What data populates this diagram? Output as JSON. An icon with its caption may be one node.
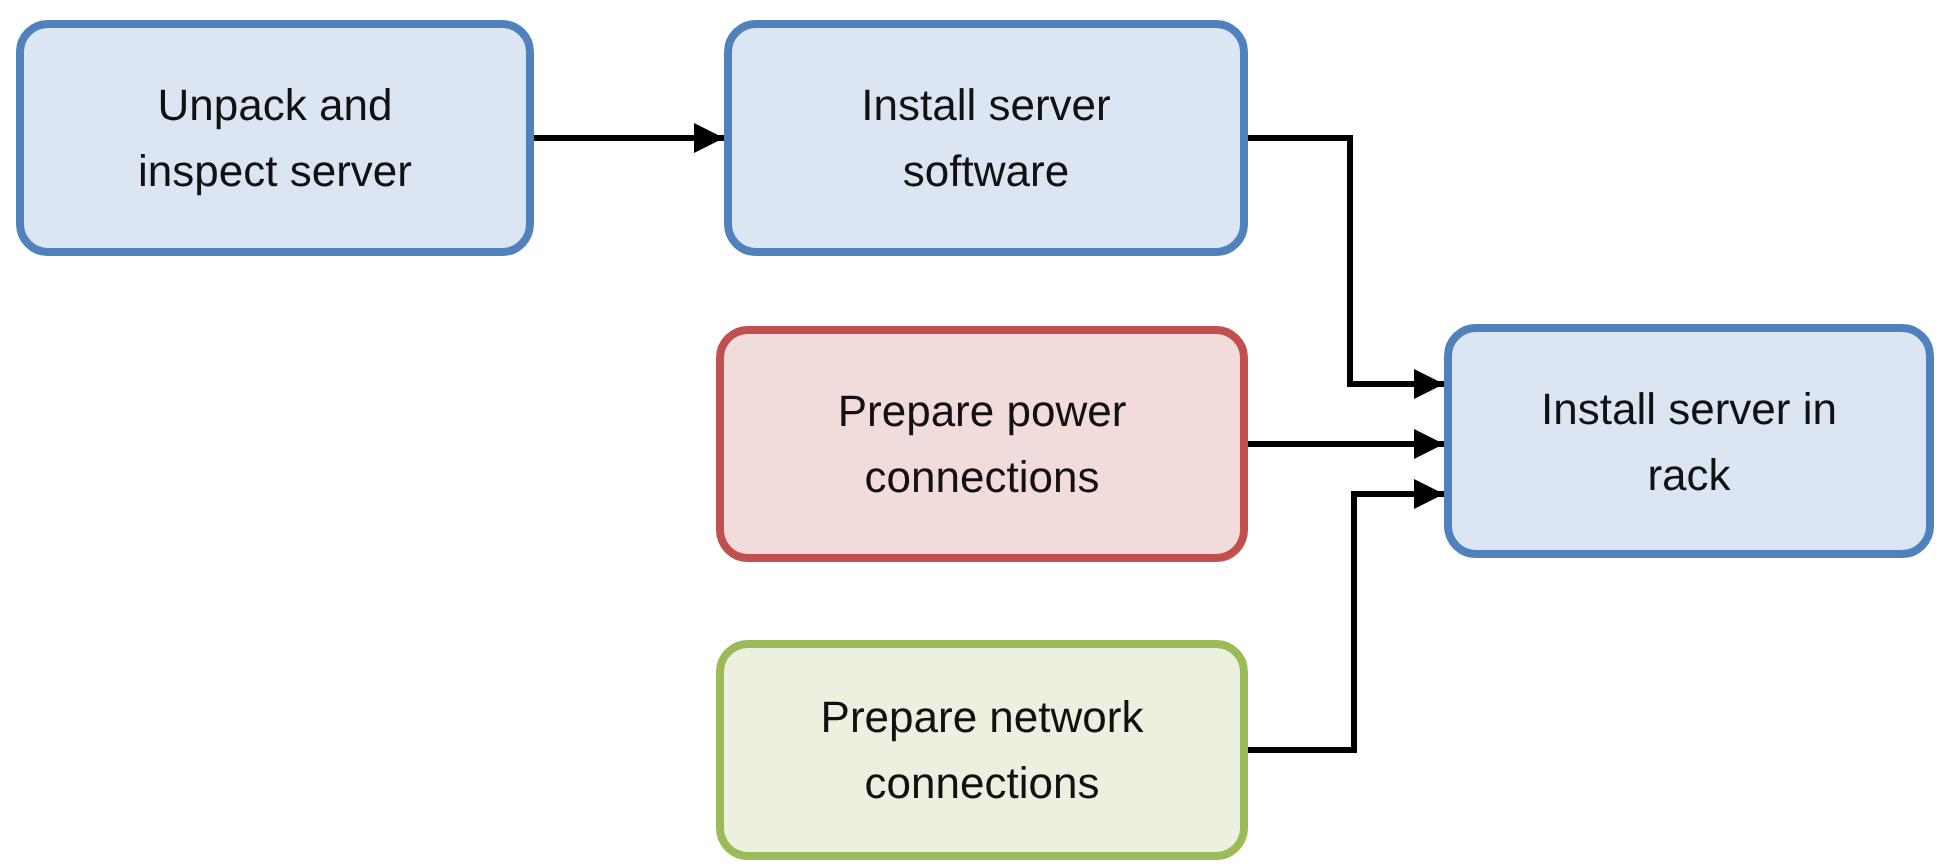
{
  "diagram": {
    "nodes": [
      {
        "text": [
          "Unpack and inspect server"
        ]
      },
      {
        "text": [
          "Install server software"
        ]
      },
      {
        "text": [
          "Prepare power connections"
        ]
      },
      {
        "text": [
          "Prepare network connections"
        ]
      },
      {
        "text": [
          "Install server in rack"
        ]
      }
    ],
    "edges": [
      {
        "from": 0,
        "to": 1,
        "arrow": "to"
      },
      {
        "from": 1,
        "to": 4,
        "arrow": "to"
      },
      {
        "from": 2,
        "to": 4,
        "arrow": "to"
      },
      {
        "from": 3,
        "to": 4,
        "arrow": "to"
      }
    ]
  }
}
